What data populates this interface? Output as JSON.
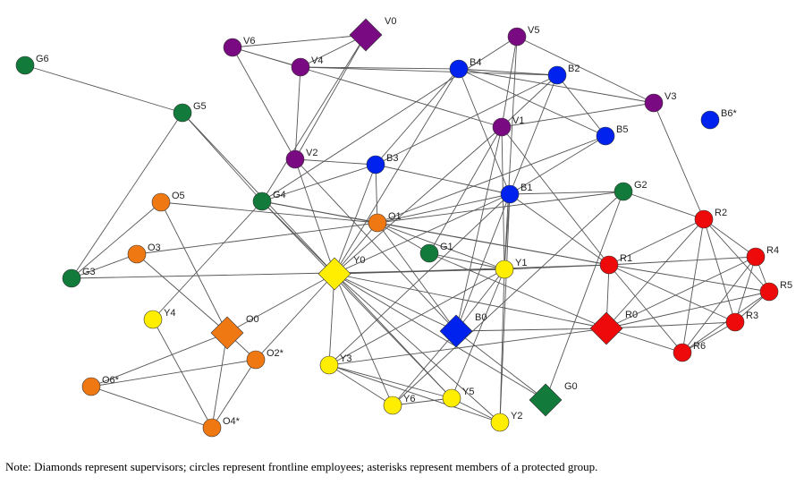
{
  "colors": {
    "V": "#7a0a82",
    "B": "#0022ee",
    "G": "#127a3a",
    "O": "#f07812",
    "Y": "#ffee00",
    "R": "#ee0a0a"
  },
  "nodes": [
    {
      "id": "V0",
      "label": "V0",
      "group": "V",
      "shape": "diamond"
    },
    {
      "id": "V6",
      "label": "V6",
      "group": "V",
      "shape": "circle"
    },
    {
      "id": "V5",
      "label": "V5",
      "group": "V",
      "shape": "circle"
    },
    {
      "id": "V4",
      "label": "V4",
      "group": "V",
      "shape": "circle"
    },
    {
      "id": "V3",
      "label": "V3",
      "group": "V",
      "shape": "circle"
    },
    {
      "id": "V2",
      "label": "V2",
      "group": "V",
      "shape": "circle"
    },
    {
      "id": "V1",
      "label": "V1",
      "group": "V",
      "shape": "circle"
    },
    {
      "id": "B4",
      "label": "B4",
      "group": "B",
      "shape": "circle"
    },
    {
      "id": "B2",
      "label": "B2",
      "group": "B",
      "shape": "circle"
    },
    {
      "id": "B5",
      "label": "B5",
      "group": "B",
      "shape": "circle"
    },
    {
      "id": "B6",
      "label": "B6*",
      "group": "B",
      "shape": "circle"
    },
    {
      "id": "B3",
      "label": "B3",
      "group": "B",
      "shape": "circle"
    },
    {
      "id": "B1",
      "label": "B1",
      "group": "B",
      "shape": "circle"
    },
    {
      "id": "B0",
      "label": "B0",
      "group": "B",
      "shape": "diamond"
    },
    {
      "id": "G6",
      "label": "G6",
      "group": "G",
      "shape": "circle"
    },
    {
      "id": "G5",
      "label": "G5",
      "group": "G",
      "shape": "circle"
    },
    {
      "id": "G4",
      "label": "G4",
      "group": "G",
      "shape": "circle"
    },
    {
      "id": "G3",
      "label": "G3",
      "group": "G",
      "shape": "circle"
    },
    {
      "id": "G2",
      "label": "G2",
      "group": "G",
      "shape": "circle"
    },
    {
      "id": "G1",
      "label": "G1",
      "group": "G",
      "shape": "circle"
    },
    {
      "id": "G0",
      "label": "G0",
      "group": "G",
      "shape": "diamond"
    },
    {
      "id": "O5",
      "label": "O5",
      "group": "O",
      "shape": "circle"
    },
    {
      "id": "O1",
      "label": "O1",
      "group": "O",
      "shape": "circle"
    },
    {
      "id": "O3",
      "label": "O3",
      "group": "O",
      "shape": "circle"
    },
    {
      "id": "O0",
      "label": "O0",
      "group": "O",
      "shape": "diamond"
    },
    {
      "id": "O2",
      "label": "O2*",
      "group": "O",
      "shape": "circle"
    },
    {
      "id": "O6",
      "label": "O6*",
      "group": "O",
      "shape": "circle"
    },
    {
      "id": "O4",
      "label": "O4*",
      "group": "O",
      "shape": "circle"
    },
    {
      "id": "Y0",
      "label": "Y0",
      "group": "Y",
      "shape": "diamond"
    },
    {
      "id": "Y1",
      "label": "Y1",
      "group": "Y",
      "shape": "circle"
    },
    {
      "id": "Y4",
      "label": "Y4",
      "group": "Y",
      "shape": "circle"
    },
    {
      "id": "Y3",
      "label": "Y3",
      "group": "Y",
      "shape": "circle"
    },
    {
      "id": "Y6",
      "label": "Y6",
      "group": "Y",
      "shape": "circle"
    },
    {
      "id": "Y5",
      "label": "Y5",
      "group": "Y",
      "shape": "circle"
    },
    {
      "id": "Y2",
      "label": "Y2",
      "group": "Y",
      "shape": "circle"
    },
    {
      "id": "R2",
      "label": "R2",
      "group": "R",
      "shape": "circle"
    },
    {
      "id": "R4",
      "label": "R4",
      "group": "R",
      "shape": "circle"
    },
    {
      "id": "R1",
      "label": "R1",
      "group": "R",
      "shape": "circle"
    },
    {
      "id": "R5",
      "label": "R5",
      "group": "R",
      "shape": "circle"
    },
    {
      "id": "R0",
      "label": "R0",
      "group": "R",
      "shape": "diamond"
    },
    {
      "id": "R3",
      "label": "R3",
      "group": "R",
      "shape": "circle"
    },
    {
      "id": "R6",
      "label": "R6",
      "group": "R",
      "shape": "circle"
    }
  ],
  "edges": [
    [
      "V0",
      "V6"
    ],
    [
      "V0",
      "V4"
    ],
    [
      "V0",
      "V2"
    ],
    [
      "V0",
      "G4"
    ],
    [
      "V6",
      "V4"
    ],
    [
      "V6",
      "V2"
    ],
    [
      "V6",
      "V1"
    ],
    [
      "V4",
      "B4"
    ],
    [
      "V4",
      "V2"
    ],
    [
      "V4",
      "B2"
    ],
    [
      "V5",
      "V1"
    ],
    [
      "V5",
      "G4"
    ],
    [
      "V5",
      "V3"
    ],
    [
      "V5",
      "Y1"
    ],
    [
      "V3",
      "V1"
    ],
    [
      "V3",
      "B4"
    ],
    [
      "V3",
      "R2"
    ],
    [
      "B4",
      "B2"
    ],
    [
      "B4",
      "B5"
    ],
    [
      "B4",
      "B1"
    ],
    [
      "B4",
      "B3"
    ],
    [
      "B4",
      "Y0"
    ],
    [
      "B2",
      "B3"
    ],
    [
      "B2",
      "B1"
    ],
    [
      "B2",
      "V1"
    ],
    [
      "B2",
      "B5"
    ],
    [
      "B5",
      "B1"
    ],
    [
      "B5",
      "O1"
    ],
    [
      "V1",
      "R1"
    ],
    [
      "V1",
      "Y1"
    ],
    [
      "V1",
      "B0"
    ],
    [
      "V1",
      "G1"
    ],
    [
      "V1",
      "Y0"
    ],
    [
      "V2",
      "B3"
    ],
    [
      "V2",
      "Y0"
    ],
    [
      "V2",
      "B0"
    ],
    [
      "G6",
      "G5"
    ],
    [
      "G5",
      "G3"
    ],
    [
      "G5",
      "G4"
    ],
    [
      "G5",
      "Y0"
    ],
    [
      "B3",
      "G4"
    ],
    [
      "B3",
      "O1"
    ],
    [
      "B3",
      "B1"
    ],
    [
      "B3",
      "Y0"
    ],
    [
      "B1",
      "G2"
    ],
    [
      "B1",
      "O1"
    ],
    [
      "B1",
      "Y0"
    ],
    [
      "B1",
      "Y1"
    ],
    [
      "B1",
      "Y2"
    ],
    [
      "B1",
      "Y3"
    ],
    [
      "B1",
      "R1"
    ],
    [
      "B1",
      "B0"
    ],
    [
      "G4",
      "O1"
    ],
    [
      "G4",
      "Y0"
    ],
    [
      "G4",
      "Y4"
    ],
    [
      "G4",
      "Y5"
    ],
    [
      "G4",
      "R1"
    ],
    [
      "G2",
      "R2"
    ],
    [
      "G2",
      "G0"
    ],
    [
      "G2",
      "O1"
    ],
    [
      "G2",
      "Y6"
    ],
    [
      "O5",
      "O0"
    ],
    [
      "O5",
      "G3"
    ],
    [
      "O5",
      "O1"
    ],
    [
      "O1",
      "O3"
    ],
    [
      "O1",
      "G1"
    ],
    [
      "O1",
      "R1"
    ],
    [
      "O1",
      "Y0"
    ],
    [
      "O1",
      "B0"
    ],
    [
      "O1",
      "Y1"
    ],
    [
      "O3",
      "O0"
    ],
    [
      "O3",
      "G3"
    ],
    [
      "G3",
      "Y1"
    ],
    [
      "G1",
      "Y1"
    ],
    [
      "G1",
      "R0"
    ],
    [
      "Y0",
      "Y1"
    ],
    [
      "Y0",
      "O0"
    ],
    [
      "Y0",
      "O2"
    ],
    [
      "Y0",
      "B0"
    ],
    [
      "Y0",
      "Y3"
    ],
    [
      "Y0",
      "Y6"
    ],
    [
      "Y0",
      "Y5"
    ],
    [
      "Y0",
      "G0"
    ],
    [
      "Y0",
      "R0"
    ],
    [
      "Y0",
      "R1"
    ],
    [
      "Y0",
      "Y2"
    ],
    [
      "Y1",
      "R1"
    ],
    [
      "Y1",
      "B0"
    ],
    [
      "Y1",
      "Y2"
    ],
    [
      "Y1",
      "Y5"
    ],
    [
      "Y1",
      "Y3"
    ],
    [
      "Y4",
      "O4"
    ],
    [
      "O0",
      "O2"
    ],
    [
      "O0",
      "O4"
    ],
    [
      "O0",
      "O6"
    ],
    [
      "O2",
      "O6"
    ],
    [
      "O2",
      "O4"
    ],
    [
      "O6",
      "O4"
    ],
    [
      "B0",
      "R0"
    ],
    [
      "B0",
      "Y6"
    ],
    [
      "B0",
      "G0"
    ],
    [
      "Y3",
      "Y6"
    ],
    [
      "Y3",
      "Y5"
    ],
    [
      "Y3",
      "Y2"
    ],
    [
      "Y3",
      "R0"
    ],
    [
      "Y6",
      "Y5"
    ],
    [
      "Y5",
      "Y2"
    ],
    [
      "R2",
      "R4"
    ],
    [
      "R2",
      "R5"
    ],
    [
      "R2",
      "R0"
    ],
    [
      "R2",
      "R3"
    ],
    [
      "R2",
      "R6"
    ],
    [
      "R2",
      "R1"
    ],
    [
      "R1",
      "R4"
    ],
    [
      "R1",
      "R5"
    ],
    [
      "R1",
      "R0"
    ],
    [
      "R1",
      "R3"
    ],
    [
      "R1",
      "R6"
    ],
    [
      "R4",
      "R5"
    ],
    [
      "R4",
      "R0"
    ],
    [
      "R4",
      "R3"
    ],
    [
      "R4",
      "R6"
    ],
    [
      "R5",
      "R3"
    ],
    [
      "R5",
      "R0"
    ],
    [
      "R5",
      "R6"
    ],
    [
      "R0",
      "R6"
    ],
    [
      "R0",
      "R3"
    ],
    [
      "R3",
      "R6"
    ]
  ],
  "note": "Note: Diamonds represent supervisors; circles represent frontline employees; asterisks represent members of a protected group."
}
